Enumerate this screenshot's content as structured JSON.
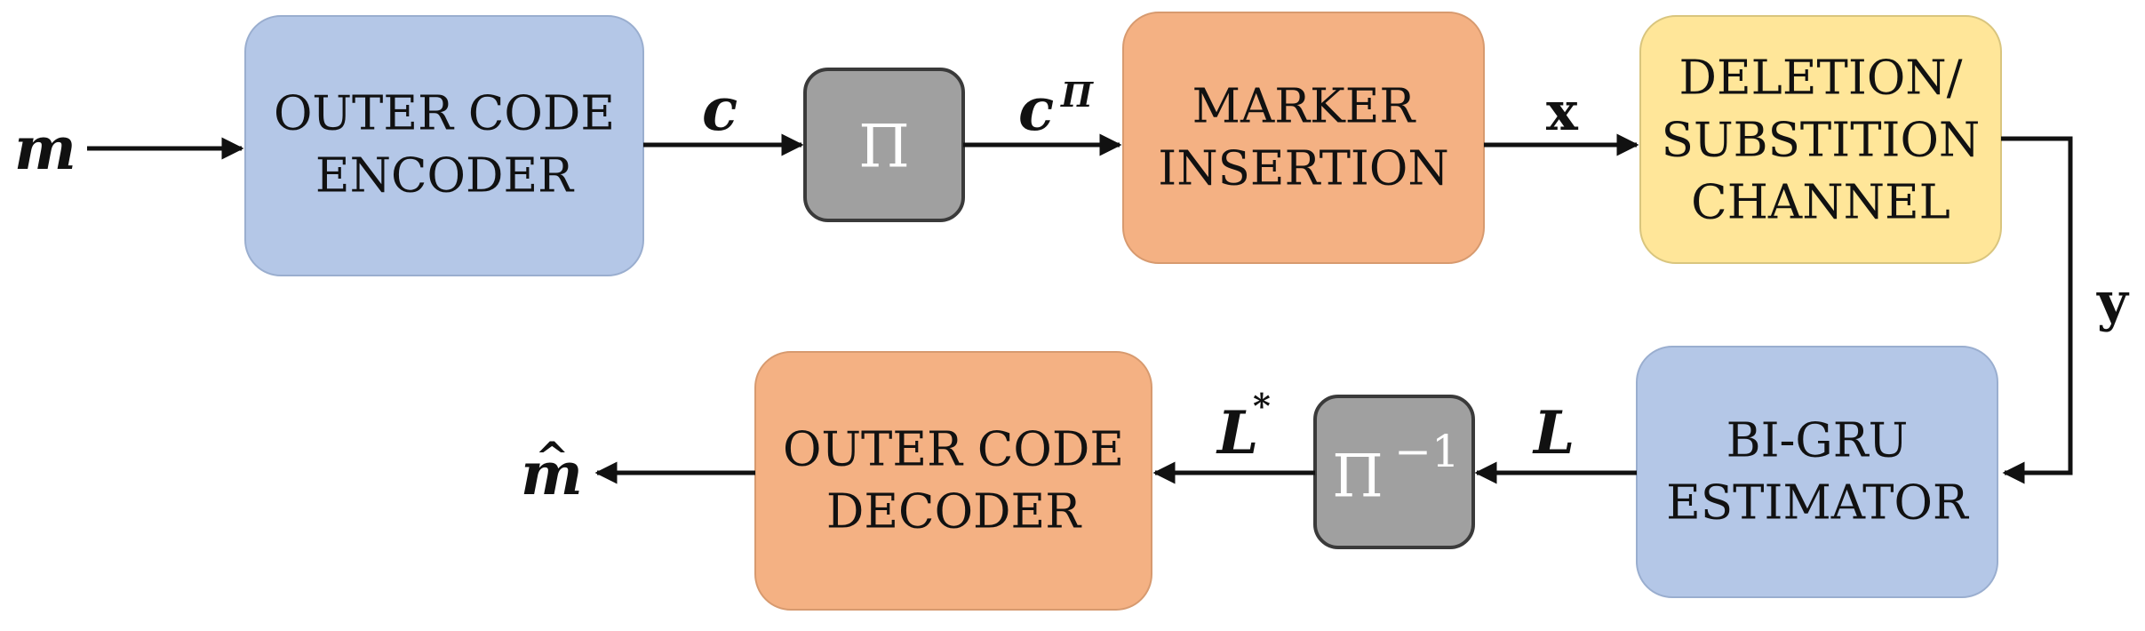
{
  "colors": {
    "blue_block": "#b4c7e7",
    "orange_block": "#f4b183",
    "yellow_block": "#ffe699",
    "gray_block": "#a0a0a0",
    "arrow": "#111111"
  },
  "blocks": {
    "outer_encoder": {
      "line1": "OUTER CODE",
      "line2": "ENCODER"
    },
    "interleaver": {
      "symbol": "Π"
    },
    "marker_insertion": {
      "line1": "MARKER",
      "line2": "INSERTION"
    },
    "channel": {
      "line1": "DELETION/",
      "line2": "SUBSTITION",
      "line3": "CHANNEL"
    },
    "estimator": {
      "line1": "BI-GRU",
      "line2": "ESTIMATOR"
    },
    "deinterleaver": {
      "symbol": "Π",
      "exponent": "−1"
    },
    "outer_decoder": {
      "line1": "OUTER CODE",
      "line2": "DECODER"
    }
  },
  "signals": {
    "message": "m",
    "codeword": "c",
    "interleaved_codeword": "c",
    "interleaved_superscript": "Π",
    "transmitted": "x",
    "received": "y",
    "llr": "L",
    "deinterleaved_llr": "L",
    "deinterleaved_superscript": "*",
    "estimate": "m",
    "estimate_hat": "^"
  }
}
